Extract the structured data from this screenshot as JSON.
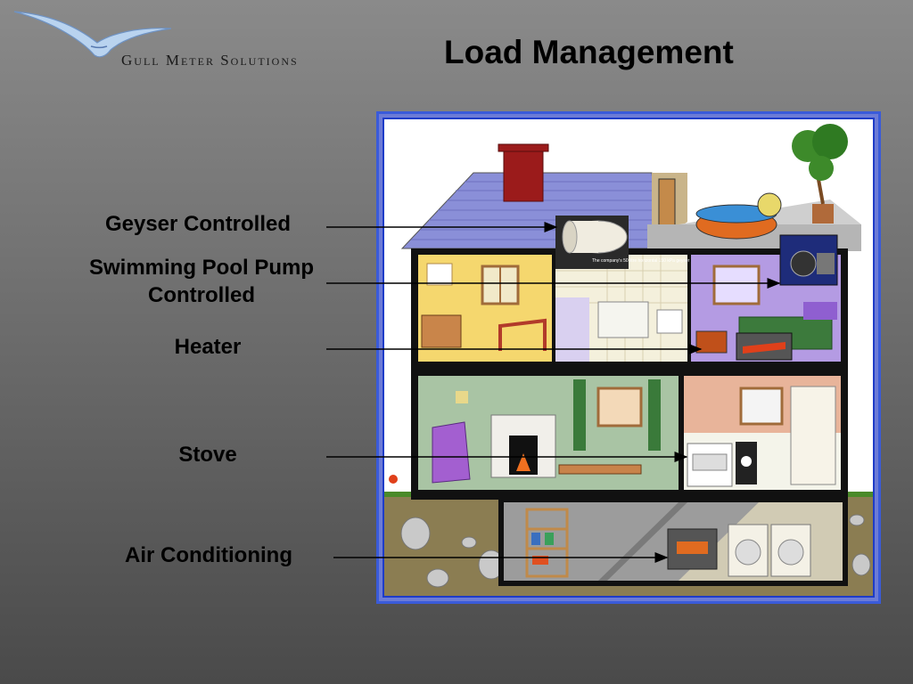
{
  "brand": {
    "company": "Gull Meter Solutions",
    "logo_icon": "gull-bird-icon"
  },
  "slide": {
    "title": "Load Management"
  },
  "labels": [
    {
      "id": "geyser",
      "line1": "Geyser Controlled",
      "line2": ""
    },
    {
      "id": "pool",
      "line1": "Swimming Pool Pump",
      "line2": "Controlled"
    },
    {
      "id": "heater",
      "line1": "Heater",
      "line2": ""
    },
    {
      "id": "stove",
      "line1": "Stove",
      "line2": ""
    },
    {
      "id": "ac",
      "line1": "Air Conditioning",
      "line2": ""
    }
  ],
  "house": {
    "geyser_caption": "The company's 50 litre horizontal 150 kPa geyser"
  },
  "colors": {
    "frame_border": "#1e3cc8",
    "roof": "#8a8fd8",
    "chimney": "#9b1b1b",
    "wall_dark": "#111111",
    "ground": "#8b7d52",
    "arrow": "#000000"
  }
}
